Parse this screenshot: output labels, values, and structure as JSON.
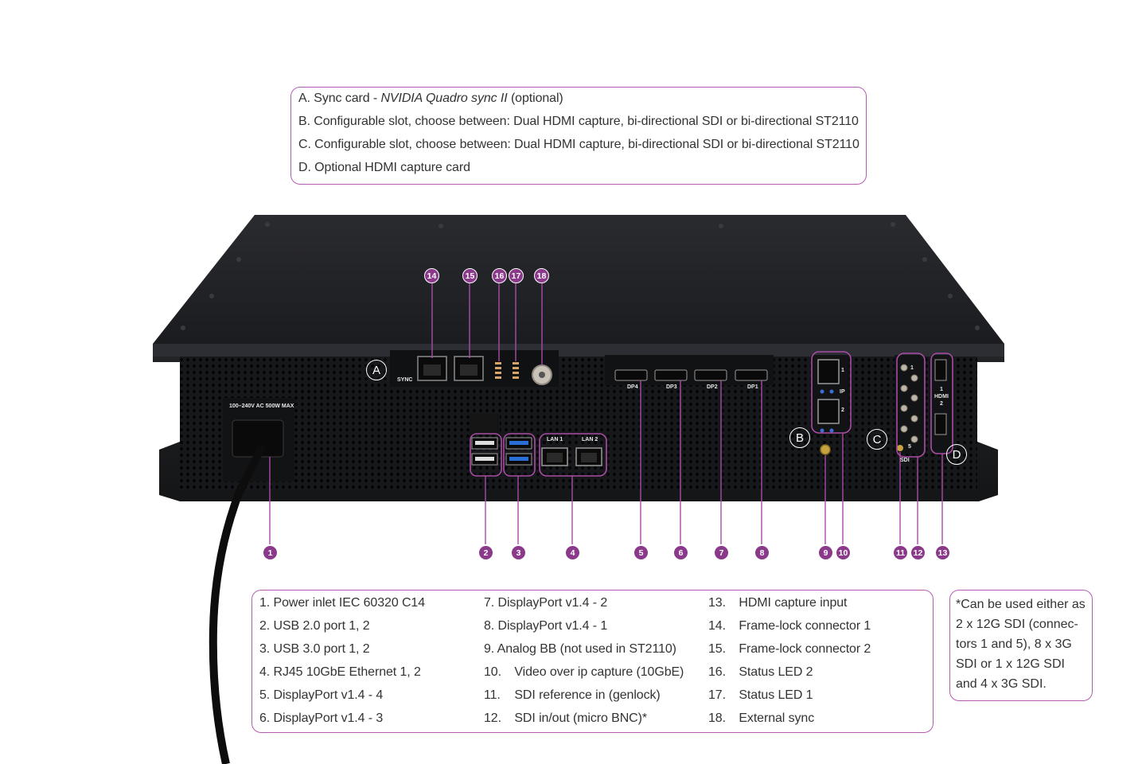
{
  "top_legend": [
    {
      "prefix": "A.",
      "text": "Sync card - ",
      "italic": "NVIDIA Quadro sync II",
      "suffix": " (optional)"
    },
    {
      "prefix": "B.",
      "text": "Configurable slot, choose between: Dual HDMI capture, bi-directional SDI or bi-directional ST2110"
    },
    {
      "prefix": "C.",
      "text": "Configurable slot, choose between: Dual HDMI capture, bi-directional SDI or bi-directional ST2110"
    },
    {
      "prefix": "D.",
      "text": "Optional HDMI capture card"
    }
  ],
  "device": {
    "power_label": "100–240V AC 500W MAX",
    "sync_label": "SYNC",
    "lan_labels": [
      "LAN 1",
      "LAN 2"
    ],
    "dp_labels": [
      "DP4",
      "DP3",
      "DP2",
      "DP1"
    ],
    "ip_label": "IP",
    "ip_nums": [
      "1",
      "2"
    ],
    "sdi_label": "SDI",
    "sdi_nums": [
      "1",
      "5"
    ],
    "hdmi_label": "HDMI",
    "hdmi_nums": [
      "1",
      "2"
    ],
    "slot_letters": [
      "A",
      "B",
      "C",
      "D"
    ]
  },
  "top_markers": [
    "14",
    "15",
    "16",
    "17",
    "18"
  ],
  "bottom_markers": [
    "1",
    "2",
    "3",
    "4",
    "5",
    "6",
    "7",
    "8",
    "9",
    "10",
    "11",
    "12",
    "13"
  ],
  "bottom_legend": {
    "col1": [
      {
        "num": "1.",
        "text": "Power inlet IEC 60320 C14"
      },
      {
        "num": "2.",
        "text": "USB 2.0 port 1, 2"
      },
      {
        "num": "3.",
        "text": "USB 3.0 port 1, 2"
      },
      {
        "num": "4.",
        "text": "RJ45 10GbE Ethernet 1, 2"
      },
      {
        "num": "5.",
        "text": "DisplayPort v1.4 - 4"
      },
      {
        "num": "6.",
        "text": "DisplayPort v1.4 - 3"
      }
    ],
    "col2": [
      {
        "num": "7.",
        "text": "DisplayPort v1.4 - 2"
      },
      {
        "num": "8.",
        "text": "DisplayPort v1.4 - 1"
      },
      {
        "num": "9.",
        "text": "Analog BB (not used in ST2110)"
      },
      {
        "num": "10.",
        "text": "Video over ip capture (10GbE)"
      },
      {
        "num": "11.",
        "text": "SDI reference in (genlock)"
      },
      {
        "num": "12.",
        "text": "SDI in/out (micro BNC)*"
      }
    ],
    "col3": [
      {
        "num": "13.",
        "text": "HDMI capture input"
      },
      {
        "num": "14.",
        "text": "Frame-lock connector 1"
      },
      {
        "num": "15.",
        "text": "Frame-lock connector 2"
      },
      {
        "num": "16.",
        "text": "Status LED 2"
      },
      {
        "num": "17.",
        "text": "Status LED 1"
      },
      {
        "num": "18.",
        "text": "External sync"
      }
    ]
  },
  "footnote": [
    "*Can be used either as",
    "2 x 12G SDI (connec-",
    "tors 1 and 5), 8 x 3G",
    "SDI or 1 x 12G SDI",
    "and 4 x 3G SDI."
  ],
  "colors": {
    "accent": "#8b3a8b",
    "border": "#b35db0",
    "chassis": "#1c1d20",
    "text": "#333333"
  }
}
